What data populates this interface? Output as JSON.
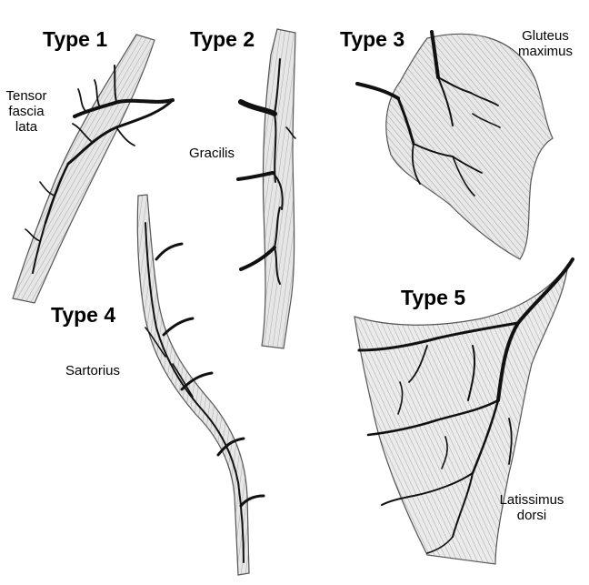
{
  "types": [
    {
      "key": "t1",
      "label": "Type 1"
    },
    {
      "key": "t2",
      "label": "Type 2"
    },
    {
      "key": "t3",
      "label": "Type 3"
    },
    {
      "key": "t4",
      "label": "Type 4"
    },
    {
      "key": "t5",
      "label": "Type 5"
    }
  ],
  "muscles": {
    "tensor_fascia_lata": {
      "line1": "Tensor",
      "line2": "fascia",
      "line3": "lata"
    },
    "gracilis": "Gracilis",
    "gluteus_maximus": {
      "line1": "Gluteus",
      "line2": "maximus"
    },
    "sartorius": "Sartorius",
    "latissimus_dorsi": {
      "line1": "Latissimus",
      "line2": "dorsi"
    }
  },
  "colors": {
    "muscle_fill": "#e4e4e4",
    "fiber_stroke": "#9a9a9a",
    "outline": "#555555",
    "vessel": "#111111"
  }
}
